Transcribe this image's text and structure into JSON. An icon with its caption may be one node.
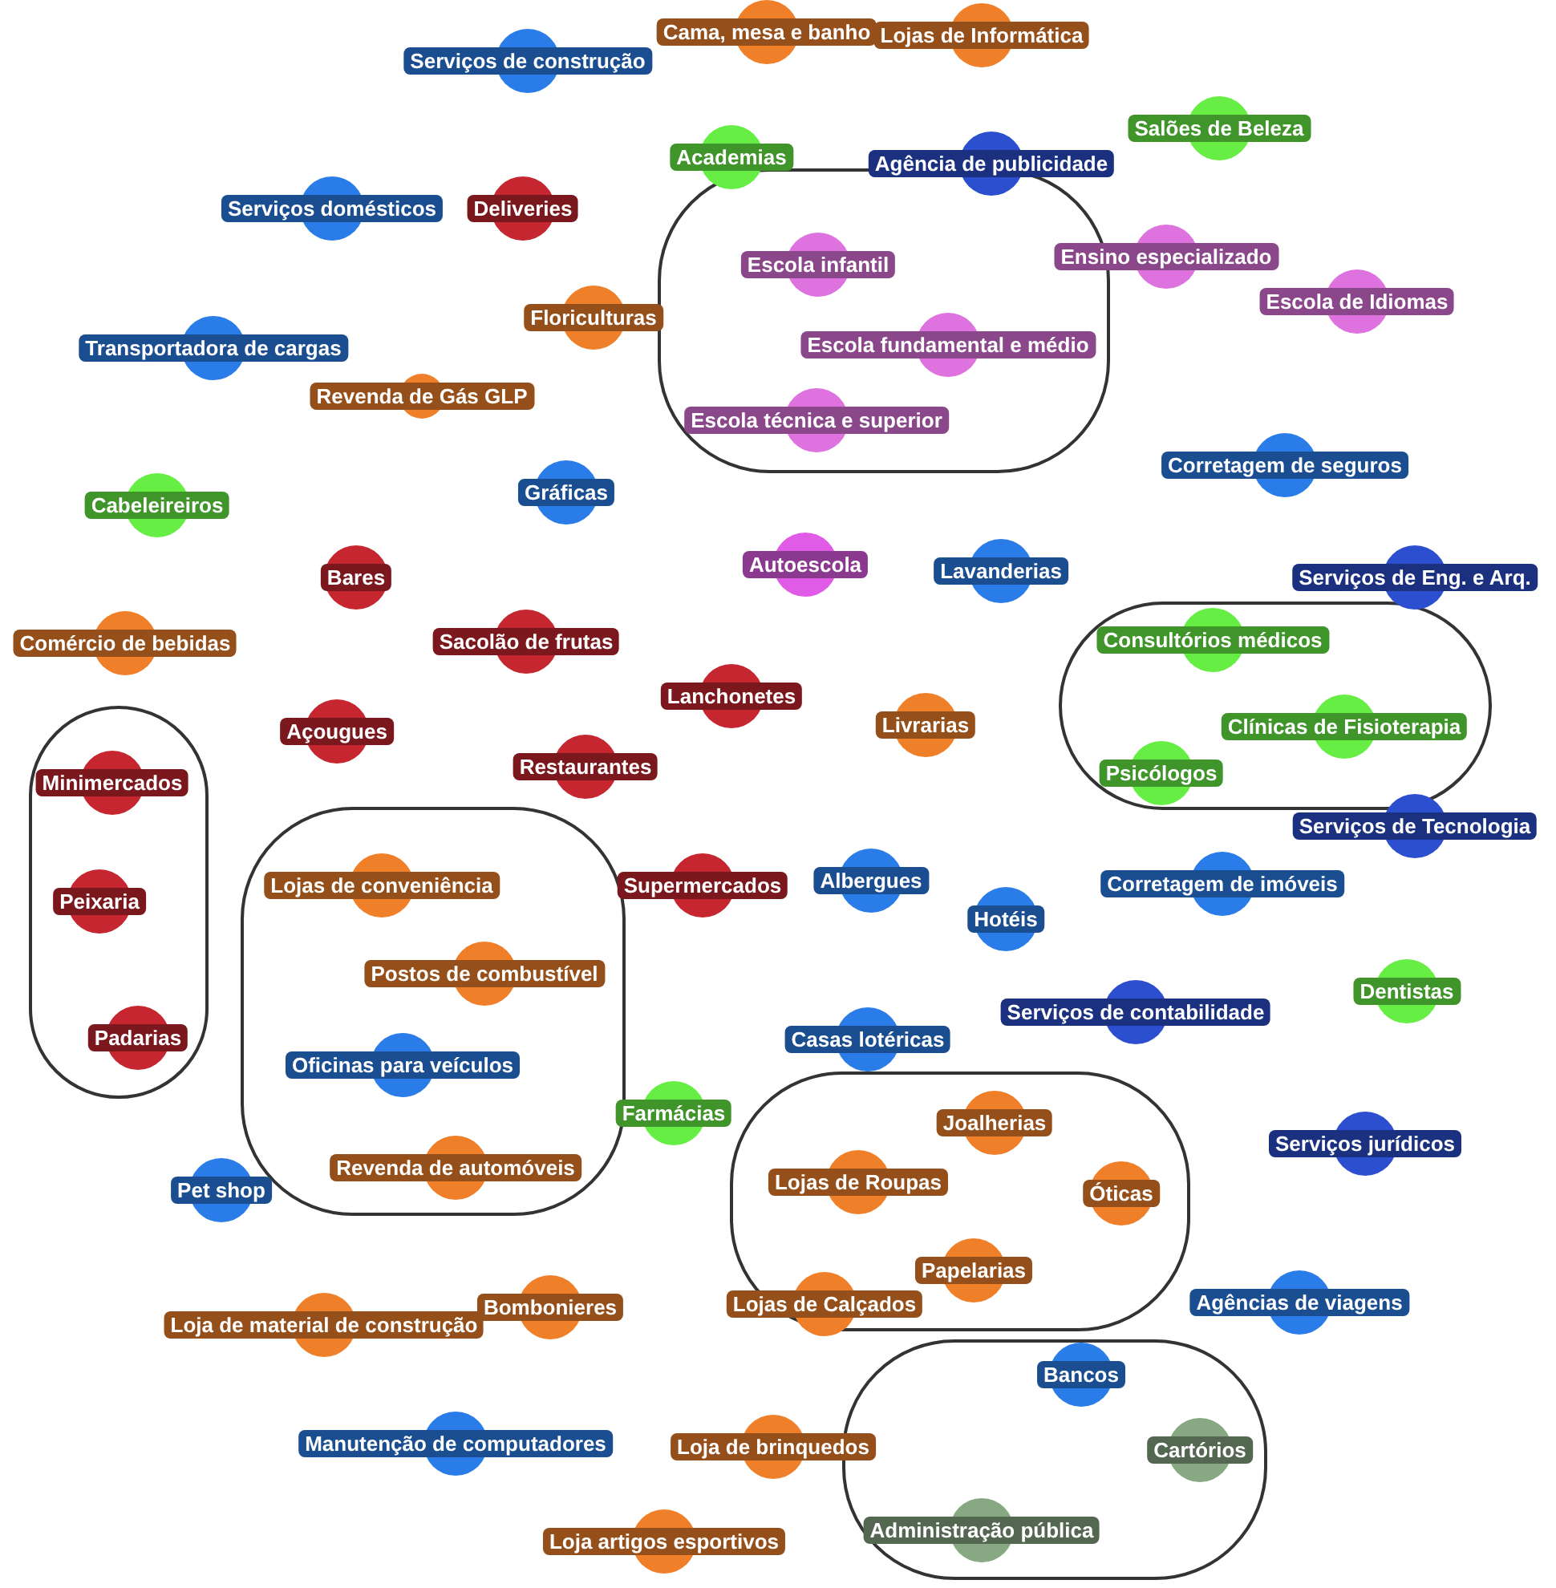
{
  "diagram": {
    "nodes": [
      {
        "text": [],
        "shape": "box"
      },
      {
        "text": [],
        "shape": "box"
      },
      {
        "text": [],
        "shape": "box"
      },
      {
        "text": [],
        "shape": "box"
      },
      {
        "text": [],
        "shape": "box"
      },
      {
        "text": [],
        "shape": "box"
      },
      {
        "text": [
          "Serviços de construção"
        ]
      },
      {
        "text": [
          "Cama, mesa e banho"
        ]
      },
      {
        "text": [
          "Lojas de Informática"
        ]
      },
      {
        "text": [
          "Academias"
        ]
      },
      {
        "text": [
          "Agência de publicidade"
        ]
      },
      {
        "text": [
          "Salões de Beleza"
        ]
      },
      {
        "text": [
          "Serviços domésticos"
        ]
      },
      {
        "text": [
          "Deliveries"
        ]
      },
      {
        "text": [
          "Ensino especializado"
        ]
      },
      {
        "text": [
          "Escola infantil"
        ],
        "in": 0
      },
      {
        "text": [
          "Escola de Idiomas"
        ]
      },
      {
        "text": [
          "Transportadora de cargas"
        ]
      },
      {
        "text": [
          "Floriculturas"
        ]
      },
      {
        "text": [
          "Escola fundamental e médio"
        ],
        "in": 0
      },
      {
        "text": [
          "Revenda de Gás GLP"
        ]
      },
      {
        "text": [
          "Escola técnica e superior"
        ],
        "in": 0
      },
      {
        "text": [
          "Cabeleireiros"
        ]
      },
      {
        "text": [
          "Gráficas"
        ]
      },
      {
        "text": [
          "Corretagem de seguros"
        ]
      },
      {
        "text": [
          "Bares"
        ]
      },
      {
        "text": [
          "Autoescola"
        ]
      },
      {
        "text": [
          "Lavanderias"
        ]
      },
      {
        "text": [
          "Serviços de Eng. e Arq."
        ]
      },
      {
        "text": [
          "Comércio de bebidas"
        ]
      },
      {
        "text": [
          "Sacolão de frutas"
        ]
      },
      {
        "text": [
          "Consultórios médicos"
        ],
        "in": 1
      },
      {
        "text": [
          "Lanchonetes"
        ]
      },
      {
        "text": [
          "Açougues"
        ]
      },
      {
        "text": [
          "Livrarias"
        ]
      },
      {
        "text": [
          "Clínicas de Fisioterapia"
        ],
        "in": 1
      },
      {
        "text": [
          "Minimercados"
        ],
        "in": 2
      },
      {
        "text": [
          "Restaurantes"
        ]
      },
      {
        "text": [
          "Psicólogos"
        ],
        "in": 1
      },
      {
        "text": [
          "Serviços de Tecnologia"
        ]
      },
      {
        "text": [
          "Lojas de conveniência"
        ],
        "in": 3
      },
      {
        "text": [
          "Supermercados"
        ]
      },
      {
        "text": [
          "Albergues"
        ]
      },
      {
        "text": [
          "Corretagem de imóveis"
        ]
      },
      {
        "text": [
          "Peixaria"
        ],
        "in": 2
      },
      {
        "text": [
          "Hotéis"
        ]
      },
      {
        "text": [
          "Postos de combustível"
        ],
        "in": 3
      },
      {
        "text": [
          "Dentistas"
        ]
      },
      {
        "text": [
          "Serviços de contabilidade"
        ]
      },
      {
        "text": [
          "Padarias"
        ],
        "in": 2
      },
      {
        "text": [
          "Casas lotéricas"
        ]
      },
      {
        "text": [
          "Oficinas para veículos"
        ],
        "in": 3
      },
      {
        "text": [
          "Farmácias"
        ]
      },
      {
        "text": [
          "Joalherias"
        ],
        "in": 4
      },
      {
        "text": [
          "Serviços jurídicos"
        ]
      },
      {
        "text": [
          "Lojas de Roupas"
        ],
        "in": 4
      },
      {
        "text": [
          "Óticas"
        ],
        "in": 4
      },
      {
        "text": [
          "Revenda de automóveis"
        ],
        "in": 3
      },
      {
        "text": [
          "Pet shop"
        ]
      },
      {
        "text": [
          "Papelarias"
        ],
        "in": 4
      },
      {
        "text": [
          "Lojas de Calçados"
        ],
        "in": 4
      },
      {
        "text": [
          "Agências de viagens"
        ]
      },
      {
        "text": [
          "Loja de material de construção"
        ]
      },
      {
        "text": [
          "Bombonieres"
        ]
      },
      {
        "text": [
          "Bancos"
        ],
        "in": 5
      },
      {
        "text": [
          "Manutenção de computadores"
        ]
      },
      {
        "text": [
          "Loja de brinquedos"
        ]
      },
      {
        "text": [
          "Cartórios"
        ],
        "in": 5
      },
      {
        "text": [
          "Administração pública"
        ],
        "in": 5
      },
      {
        "text": [
          "Loja artigos esportivos"
        ]
      }
    ]
  }
}
